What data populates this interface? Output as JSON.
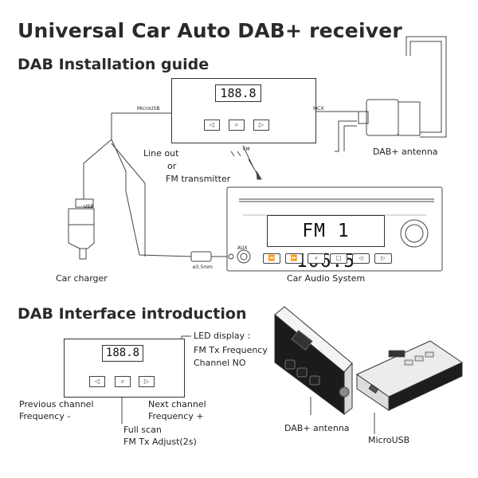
{
  "title": "Universal Car Auto DAB+ receiver",
  "install": {
    "heading": "DAB Installation guide",
    "unit_display": "188.8",
    "microusb_label": "MicroUSB",
    "mcx_label": "MCX",
    "fm_label": "FM",
    "lineout_label": "Line out",
    "or_label": "or",
    "fm_transmitter_label": "FM transmitter",
    "antenna_label": "DAB+ antenna",
    "usb_label": "USB",
    "charger_label": "Car charger",
    "jack_label": "ø3.5mm",
    "aux_label": "AUX",
    "radio_display": "FM 1 106.5",
    "radio_label": "Car Audio System"
  },
  "interface": {
    "heading": "DAB Interface introduction",
    "display": "188.8",
    "led_label": "LED display :",
    "fm_freq_label": "FM Tx Frequency",
    "channel_no_label": "Channel NO",
    "prev_label_1": "Previous channel",
    "prev_label_2": "Frequency -",
    "next_label_1": "Next channel",
    "next_label_2": "Frequency +",
    "scan_label_1": "Full scan",
    "scan_label_2": "FM Tx Adjust(2s)",
    "antenna_label": "DAB+ antenna",
    "microusb_label": "MicroUSB"
  },
  "icons": {
    "prev": "◁",
    "search": "⌕",
    "next": "▷",
    "rewind": "⏪",
    "forward": "⏩",
    "stop": "□"
  }
}
